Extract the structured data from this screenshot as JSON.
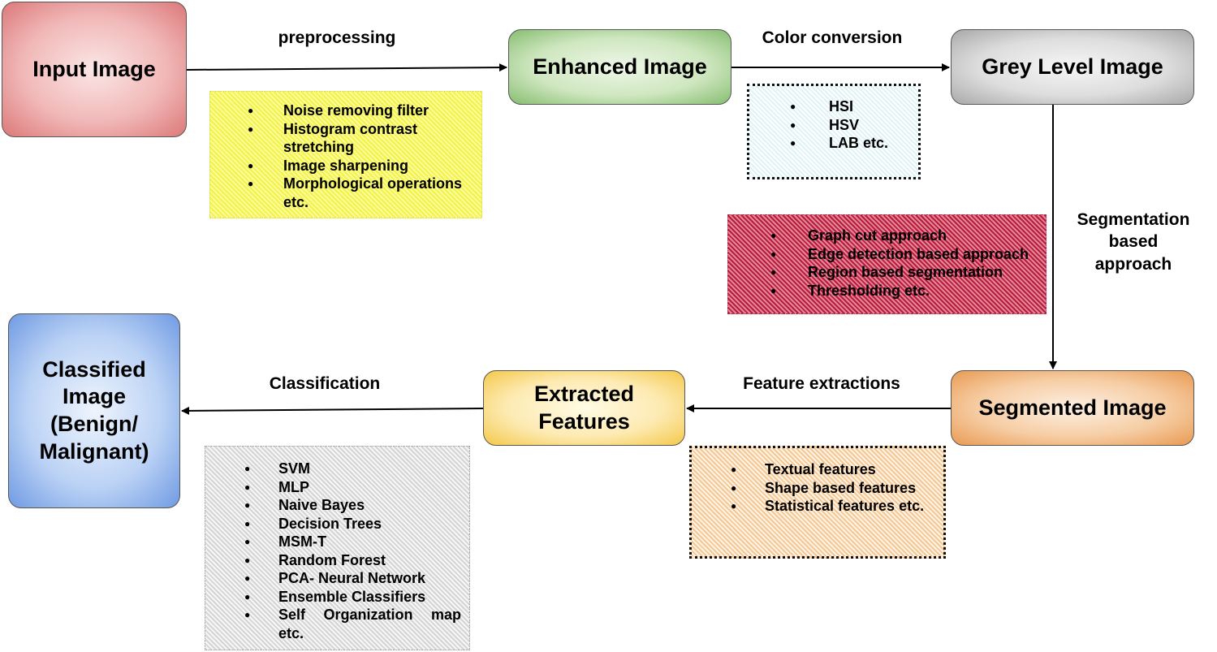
{
  "nodes": {
    "input": [
      "Input Image"
    ],
    "enhanced": [
      "Enhanced Image"
    ],
    "grey": [
      "Grey Level Image"
    ],
    "segmented": [
      "Segmented Image"
    ],
    "features": [
      "Extracted",
      "Features"
    ],
    "classified": [
      "Classified",
      "Image",
      "(Benign/",
      "Malignant)"
    ]
  },
  "edges": {
    "preprocessing": [
      "preprocessing"
    ],
    "color_conversion": [
      "Color conversion"
    ],
    "segmentation": [
      "Segmentation",
      "based",
      "approach"
    ],
    "feature_extraction": [
      "Feature extractions"
    ],
    "classification": [
      "Classification"
    ]
  },
  "notes": {
    "preprocessing": [
      "Noise removing filter",
      "Histogram contrast stretching",
      "Image sharpening",
      "Morphological operations etc."
    ],
    "color_conversion": [
      "HSI",
      "HSV",
      "LAB  etc."
    ],
    "segmentation": [
      "Graph cut approach",
      "Edge detection based approach",
      "Region based segmentation",
      "Thresholding etc."
    ],
    "feature_extraction": [
      "Textual features",
      "Shape based features",
      "Statistical features etc."
    ],
    "classification": [
      "SVM",
      "MLP",
      "Naive Bayes",
      "Decision Trees",
      "MSM-T",
      "Random Forest",
      "PCA- Neural Network",
      "Ensemble Classifiers",
      "Self   Organization   map etc."
    ]
  }
}
